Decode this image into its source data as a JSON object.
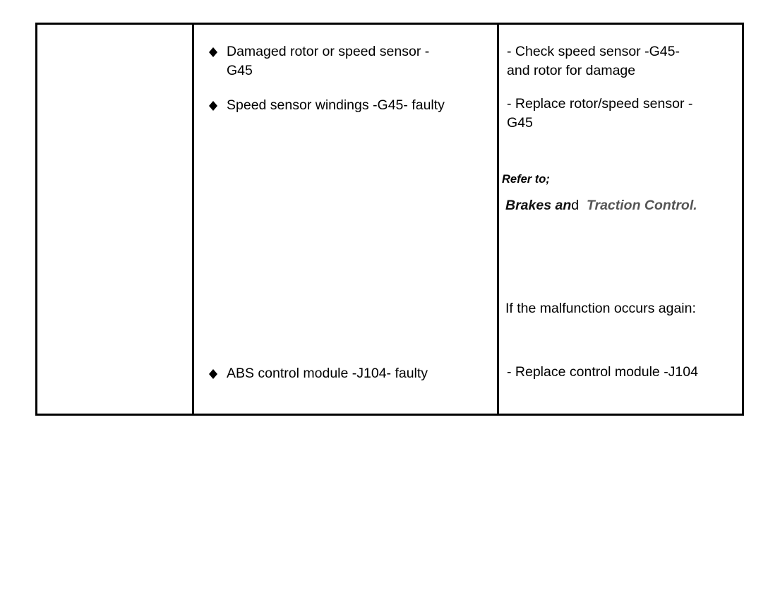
{
  "causes": [
    {
      "line1": "Damaged rotor or speed sensor -",
      "line2": "G45"
    },
    {
      "line1": "Speed sensor windings -G45- faulty"
    },
    {
      "line1": "ABS control module -J104- faulty"
    }
  ],
  "remedies": [
    {
      "line1": "- Check speed sensor -G45-",
      "line2": "and rotor for damage"
    },
    {
      "line1": "- Replace rotor/speed sensor -",
      "line2": "G45"
    },
    {
      "line1": "- Replace control module -J104"
    }
  ],
  "reference": {
    "label": "Refer to;",
    "part1": "Brakes an",
    "part2": "d",
    "part3": "Traction Control."
  },
  "note": "If the malfunction occurs again:",
  "icons": {
    "bullet": "diamond-bullet-icon"
  }
}
